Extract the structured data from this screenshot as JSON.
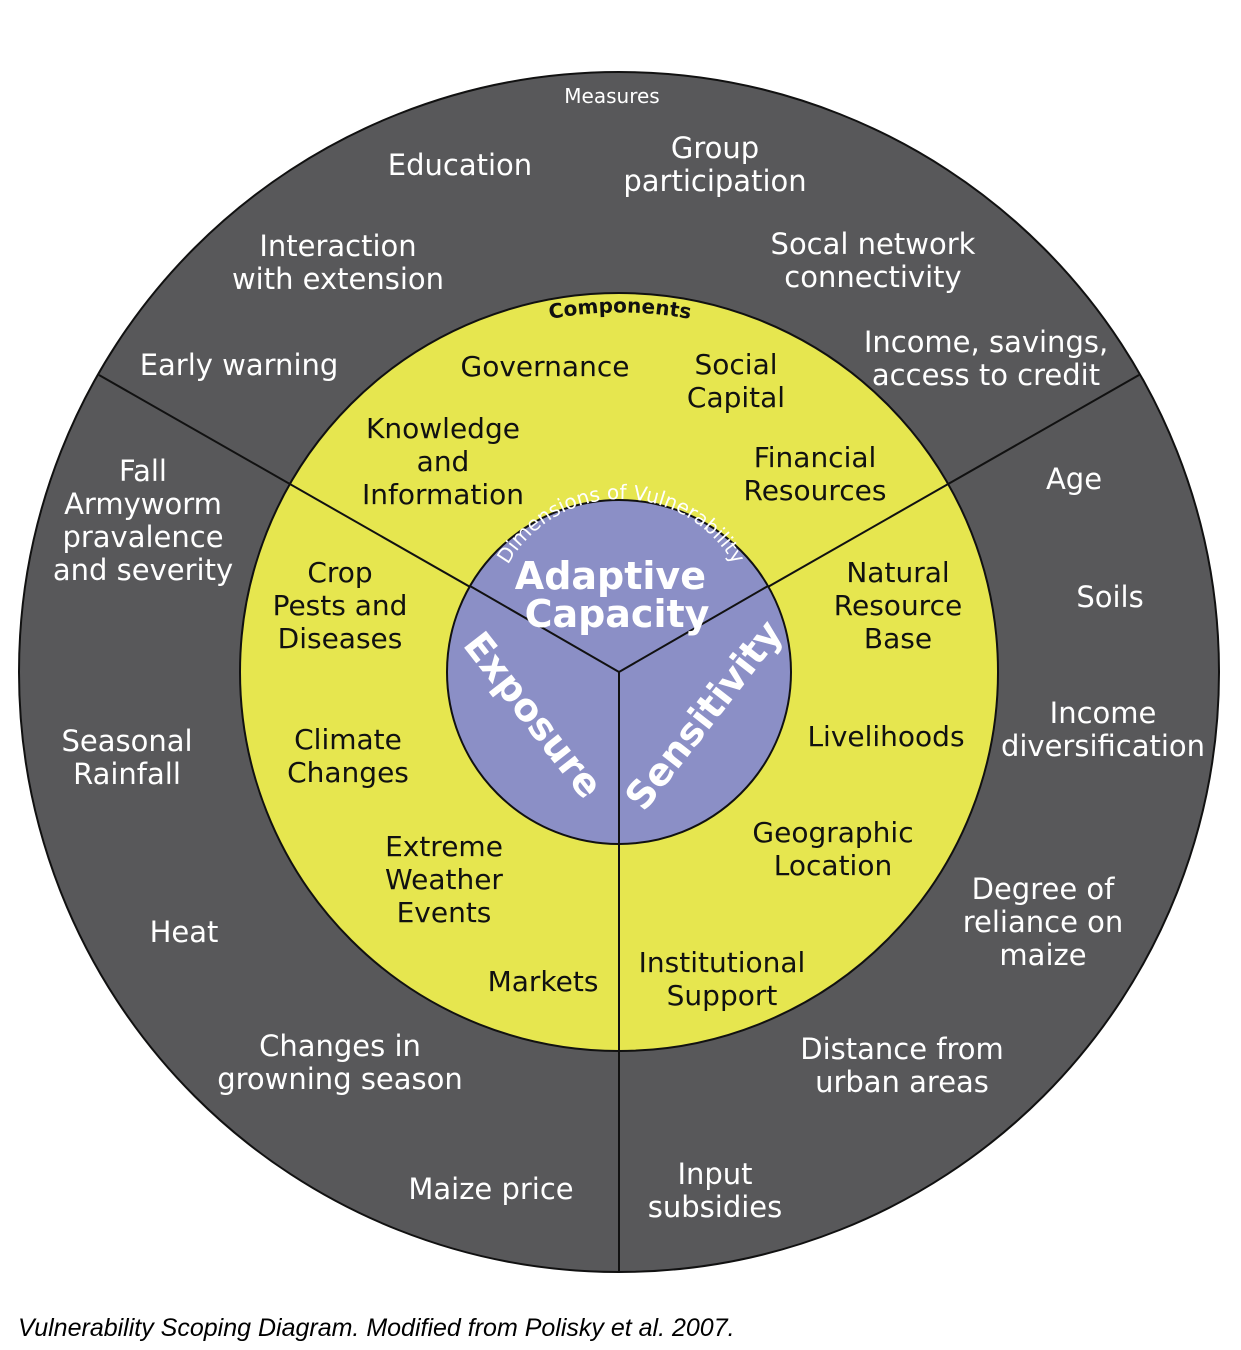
{
  "labels": {
    "measures": "Measures",
    "components": "Components",
    "dimensions": "Dimensions of Vulnerability"
  },
  "dimensions": {
    "adaptive_capacity": [
      "Adaptive",
      "Capacity"
    ],
    "exposure": "Exposure",
    "sensitivity": "Sensitivity"
  },
  "components": {
    "adaptive_capacity": [
      [
        "Governance"
      ],
      [
        "Social",
        "Capital"
      ],
      [
        "Knowledge",
        "and",
        "Information"
      ],
      [
        "Financial",
        "Resources"
      ]
    ],
    "exposure": [
      [
        "Crop",
        "Pests and",
        "Diseases"
      ],
      [
        "Climate",
        "Changes"
      ],
      [
        "Extreme",
        "Weather",
        "Events"
      ],
      [
        "Markets"
      ]
    ],
    "sensitivity": [
      [
        "Natural",
        "Resource",
        "Base"
      ],
      [
        "Livelihoods"
      ],
      [
        "Geographic",
        "Location"
      ],
      [
        "Institutional",
        "Support"
      ]
    ]
  },
  "measures": {
    "adaptive_capacity": [
      [
        "Education"
      ],
      [
        "Group",
        "participation"
      ],
      [
        "Interaction",
        "with extension"
      ],
      [
        "Socal network",
        "connectivity"
      ],
      [
        "Early warning"
      ],
      [
        "Income, savings,",
        "access to credit"
      ]
    ],
    "exposure": [
      [
        "Fall",
        "Armyworm",
        "pravalence",
        "and severity"
      ],
      [
        "Seasonal",
        "Rainfall"
      ],
      [
        "Heat"
      ],
      [
        "Changes in",
        "growning season"
      ],
      [
        "Maize price"
      ]
    ],
    "sensitivity": [
      [
        "Age"
      ],
      [
        "Soils"
      ],
      [
        "Income",
        "diversification"
      ],
      [
        "Degree of",
        "reliance on",
        "maize"
      ],
      [
        "Distance from",
        "urban areas"
      ],
      [
        "Input",
        "subsidies"
      ]
    ]
  },
  "caption": "Vulnerability Scoping Diagram. Modified from Polisky et al. 2007.",
  "colors": {
    "outer_ring": "#58585a",
    "middle_ring": "#e6e64f",
    "inner_circle": "#8b8fc6",
    "lines": "#111111"
  }
}
